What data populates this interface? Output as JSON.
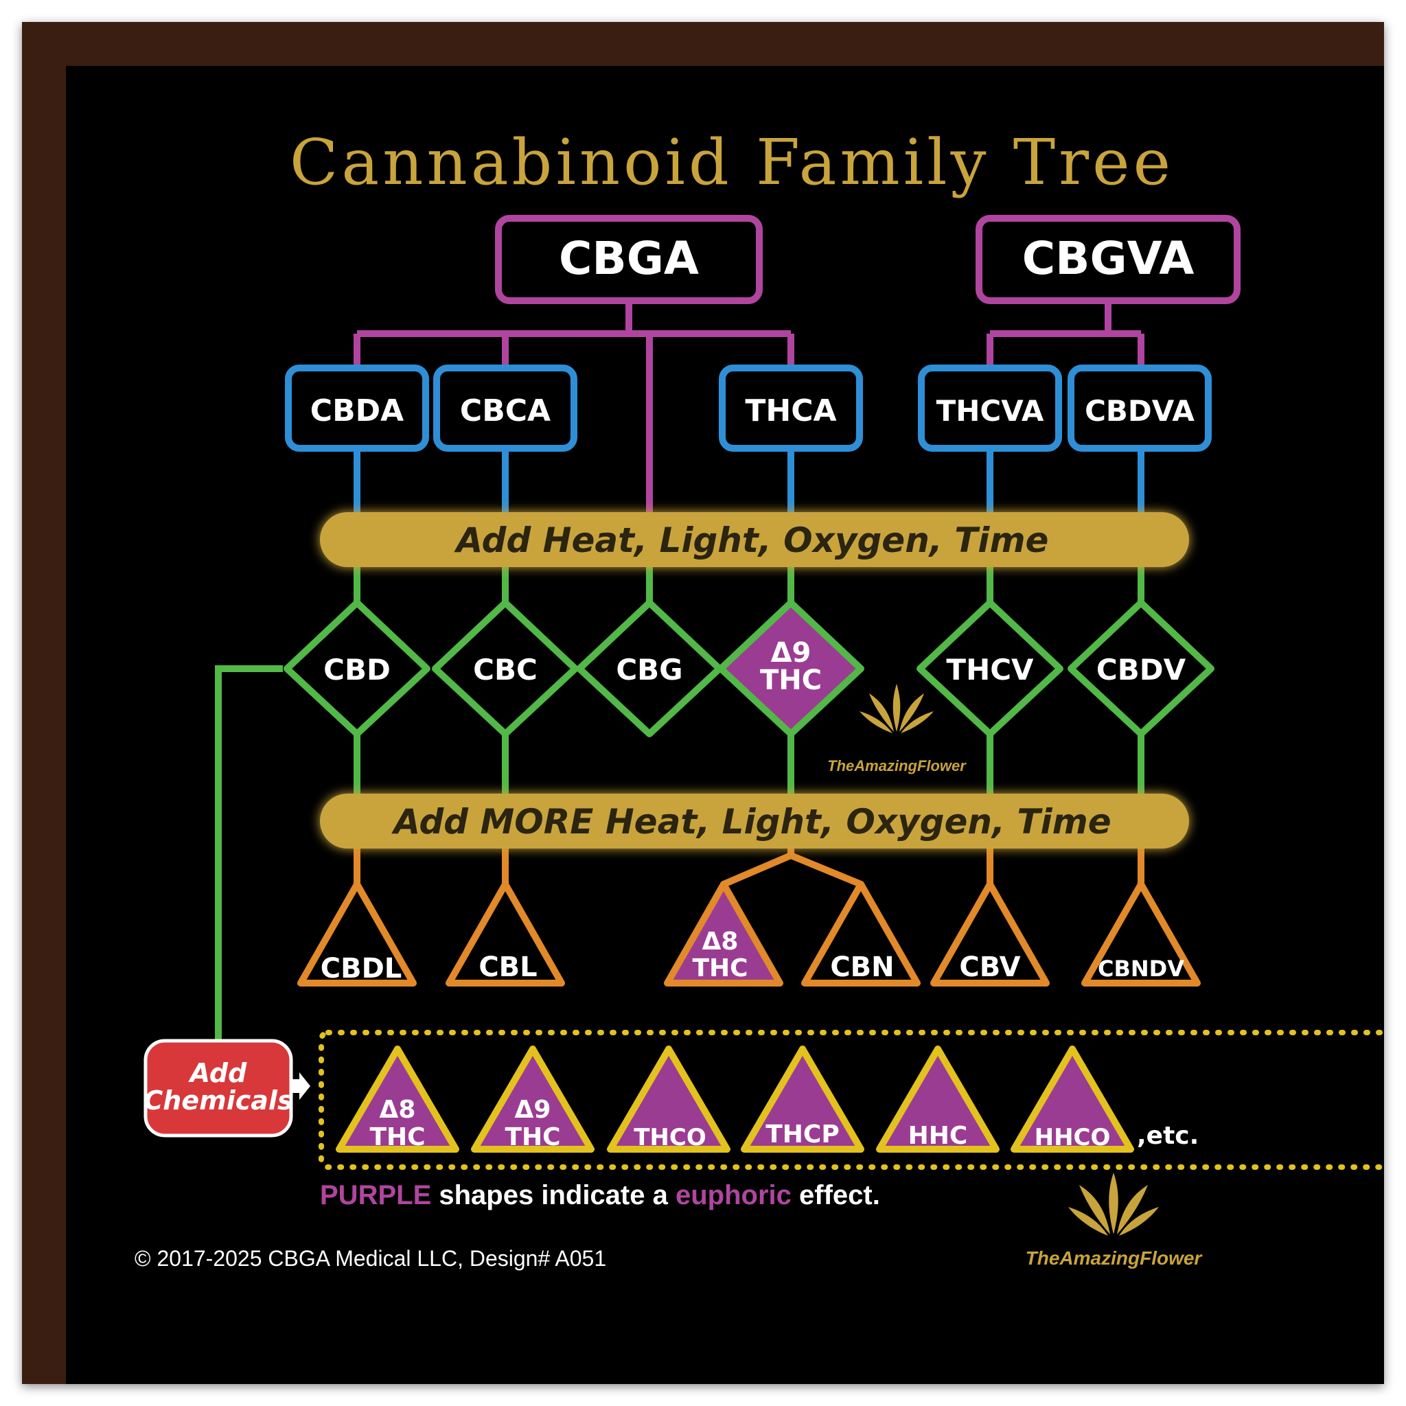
{
  "title": "Cannabinoid Family Tree",
  "roots": {
    "cbga": "CBGA",
    "cbgva": "CBGVA"
  },
  "acids": {
    "cbda": "CBDA",
    "cbca": "CBCA",
    "thca": "THCA",
    "thcva": "THCVA",
    "cbdva": "CBDVA"
  },
  "band1": "Add Heat, Light, Oxygen, Time",
  "band2": "Add MORE Heat, Light, Oxygen, Time",
  "neutrals": {
    "cbd": "CBD",
    "cbc": "CBC",
    "cbg": "CBG",
    "d9_line1": "Δ9",
    "d9_line2": "THC",
    "thcv": "THCV",
    "cbdv": "CBDV"
  },
  "degraded": {
    "cbdl": "CBDL",
    "cbl": "CBL",
    "d8_line1": "Δ8",
    "d8_line2": "THC",
    "cbn": "CBN",
    "cbv": "CBV",
    "cbndv": "CBNDV"
  },
  "chemicals": {
    "button_line1": "Add",
    "button_line2": "Chemicals",
    "d8_line1": "Δ8",
    "d8_line2": "THC",
    "d9_line1": "Δ9",
    "d9_line2": "THC",
    "thco": "THCO",
    "thcp": "THCP",
    "hhc": "HHC",
    "hhco": "HHCO",
    "etc": ",etc."
  },
  "legend": {
    "purple": "PURPLE",
    "mid": "shapes indicate a",
    "euphoric": "euphoric",
    "end": "effect."
  },
  "copyright": "© 2017-2025 CBGA Medical LLC, Design# A051",
  "logo_text": "TheAmazingFlower",
  "colors": {
    "root_border": "#b0459f",
    "acid_border": "#2f8fd6",
    "neutral_border": "#52b847",
    "degraded_border": "#e2892a",
    "band": "#c9a43c",
    "purple_fill": "#9b3c93",
    "chem_border": "#e3c21e",
    "chem_button": "#d8383a"
  }
}
